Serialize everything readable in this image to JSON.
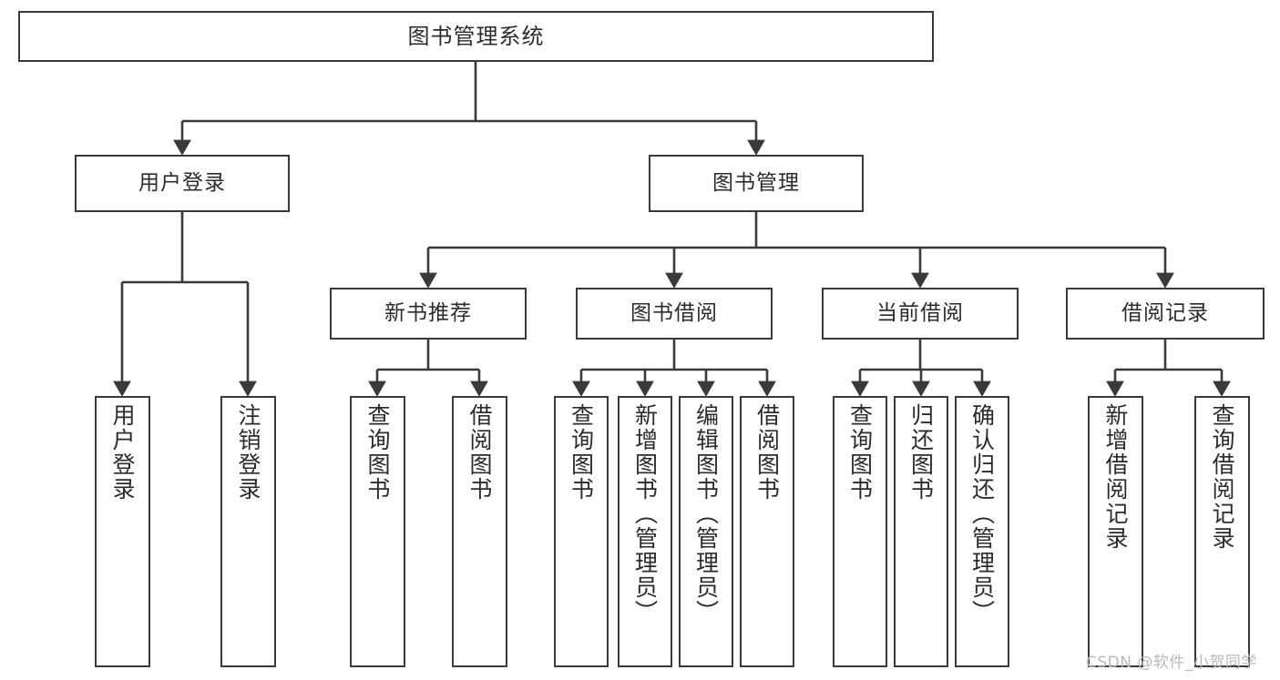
{
  "diagram": {
    "type": "tree",
    "title": "图书管理系统",
    "orientation": "top-down",
    "levels": 4,
    "root": {
      "label": "图书管理系统",
      "children": [
        {
          "label": "用户登录",
          "children": [
            {
              "label": "用户登录"
            },
            {
              "label": "注销登录"
            }
          ]
        },
        {
          "label": "图书管理",
          "children": [
            {
              "label": "新书推荐",
              "children": [
                {
                  "label": "查询图书"
                },
                {
                  "label": "借阅图书"
                }
              ]
            },
            {
              "label": "图书借阅",
              "children": [
                {
                  "label": "查询图书"
                },
                {
                  "label": "新增图书（管理员）"
                },
                {
                  "label": "编辑图书（管理员）"
                },
                {
                  "label": "借阅图书"
                }
              ]
            },
            {
              "label": "当前借阅",
              "children": [
                {
                  "label": "查询图书"
                },
                {
                  "label": "归还图书"
                },
                {
                  "label": "确认归还（管理员）"
                }
              ]
            },
            {
              "label": "借阅记录",
              "children": [
                {
                  "label": "新增借阅记录"
                },
                {
                  "label": "查询借阅记录"
                }
              ]
            }
          ]
        }
      ]
    }
  },
  "nodes": {
    "root": "图书管理系统",
    "l1": {
      "user_login": "用户登录",
      "book_manage": "图书管理"
    },
    "l2": {
      "new_book_rec": "新书推荐",
      "book_borrow": "图书借阅",
      "current_borrow": "当前借阅",
      "borrow_record": "借阅记录"
    },
    "l3": {
      "user_login_leaf": "用户登录",
      "logout_leaf": "注销登录",
      "rec_query_book": "查询图书",
      "rec_borrow_book": "借阅图书",
      "borrow_query_book": "查询图书",
      "borrow_add_book": "新增图书（管理员）",
      "borrow_edit_book": "编辑图书（管理员）",
      "borrow_borrow_book": "借阅图书",
      "cur_query_book": "查询图书",
      "cur_return_book": "归还图书",
      "cur_confirm_return": "确认归还（管理员）",
      "rec_add_record": "新增借阅记录",
      "rec_query_record": "查询借阅记录"
    }
  },
  "watermark": {
    "text": "CSDN @软件_小贺同学"
  },
  "colors": {
    "stroke": "#3a3a3a",
    "text": "#2b2b2b",
    "background": "#ffffff",
    "watermark": "#b9b9b9"
  }
}
